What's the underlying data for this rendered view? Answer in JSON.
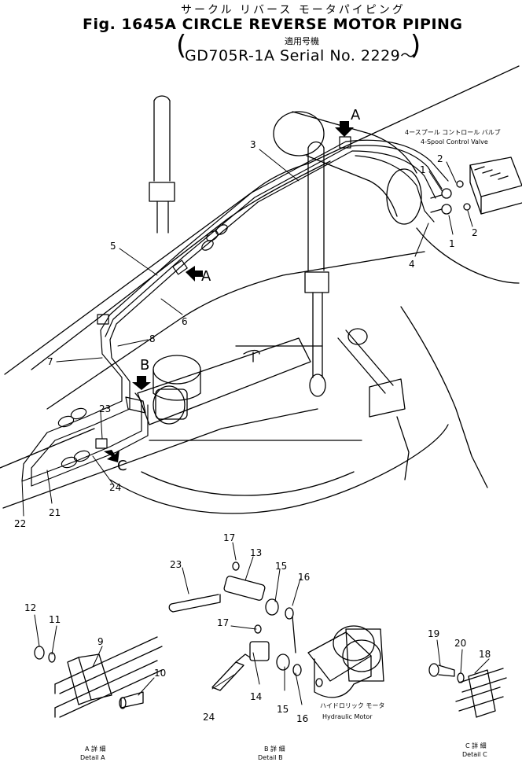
{
  "header": {
    "title_jp": "サークル リバース モータパイピング",
    "title": "Fig. 1645A CIRCLE REVERSE MOTOR PIPING",
    "applicable_jp": "適用号機",
    "serial": "GD705R-1A Serial No. 2229～"
  },
  "callouts": {
    "valve_jp": "4ースプール コントロール バルブ",
    "valve_en": "4-Spool Control Valve",
    "motor_jp": "ハイドロリック モータ",
    "motor_en": "Hydraulic Motor"
  },
  "view_markers": {
    "a": "A",
    "b": "B",
    "c": "C"
  },
  "details": {
    "a_jp": "A 詳 細",
    "a_en": "Detail A",
    "b_jp": "B 詳 細",
    "b_en": "Detail B",
    "c_jp": "C 詳 細",
    "c_en": "Detail C"
  },
  "part_numbers": {
    "p1a": "1",
    "p1b": "1",
    "p2a": "2",
    "p2b": "2",
    "p3": "3",
    "p4": "4",
    "p5": "5",
    "p6": "6",
    "p7": "7",
    "p8": "8",
    "p9": "9",
    "p10": "10",
    "p11": "11",
    "p12": "12",
    "p13": "13",
    "p14": "14",
    "p15a": "15",
    "p15b": "15",
    "p16a": "16",
    "p16b": "16",
    "p17a": "17",
    "p17b": "17",
    "p18": "18",
    "p19": "19",
    "p20": "20",
    "p21": "21",
    "p22": "22",
    "p23a": "23",
    "p23b": "23",
    "p24a": "24",
    "p24b": "24"
  }
}
